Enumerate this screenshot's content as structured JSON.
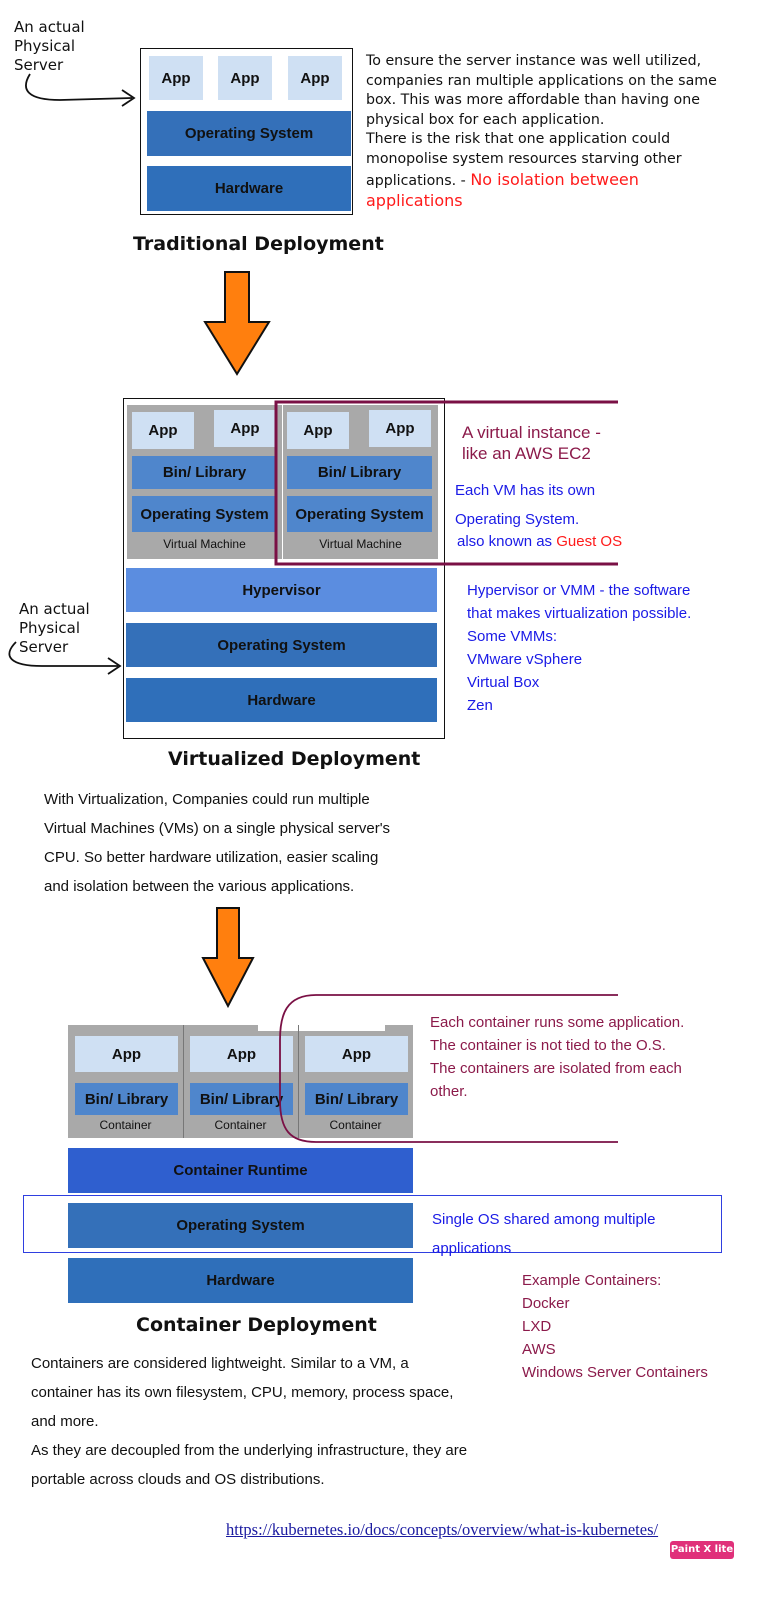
{
  "traditional": {
    "side_label": [
      "An actual",
      "Physical",
      "Server"
    ],
    "apps": [
      "App",
      "App",
      "App"
    ],
    "os": "Operating System",
    "hardware": "Hardware",
    "description_lines": [
      "To ensure the server instance was well utilized,",
      "companies ran multiple applications on the same",
      "box.  This was more affordable than having one",
      "physical box for each application.",
      "There is the risk that one application could",
      "monopolise system resources starving other",
      "applications. - "
    ],
    "description_highlight_1": "No isolation between",
    "description_highlight_2": "applications",
    "title": "Traditional Deployment"
  },
  "virtualized": {
    "vm1_apps": [
      "App",
      "App"
    ],
    "vm2_apps": [
      "App",
      "App"
    ],
    "bin_library": "Bin/ Library",
    "os": "Operating System",
    "vm_label": "Virtual Machine",
    "hypervisor": "Hypervisor",
    "host_os": "Operating System",
    "hardware": "Hardware",
    "side_label": [
      "An actual",
      "Physical",
      "Server"
    ],
    "vm_note_line1": "A virtual instance -",
    "vm_note_line2": "like an AWS EC2",
    "guest_os_line1": "Each VM has its own",
    "guest_os_line2": "Operating System.",
    "guest_os_line3": "also known as ",
    "guest_os_highlight": "Guest OS",
    "hypervisor_notes": [
      "Hypervisor or VMM - the software",
      "that makes virtualization possible.",
      "Some VMMs:",
      "VMware vSphere",
      "Virtual Box",
      "Zen"
    ],
    "title": "Virtualized Deployment",
    "description_lines": [
      "With Virtualization, Companies could run multiple",
      "Virtual Machines (VMs) on a single physical server's",
      "CPU. So better hardware utilization, easier scaling",
      "and isolation between the various applications."
    ]
  },
  "container": {
    "apps": [
      "App",
      "App",
      "App"
    ],
    "bin_library": "Bin/ Library",
    "container_label": "Container",
    "runtime": "Container Runtime",
    "os": "Operating System",
    "hardware": "Hardware",
    "container_notes": [
      "Each container runs some application.",
      "The container is not tied to the O.S.",
      "The containers are isolated from each",
      "other."
    ],
    "single_os_line1": "Single OS shared among multiple",
    "single_os_line2": "applications",
    "examples": [
      "Example Containers:",
      "Docker",
      "LXD",
      "AWS",
      "Windows Server Containers"
    ],
    "title": "Container Deployment",
    "description_lines": [
      "Containers are considered lightweight. Similar to a VM, a",
      "container has its own filesystem, CPU, memory, process space,",
      "and more.",
      "As they are decoupled from the underlying infrastructure, they are",
      "portable across clouds and OS distributions."
    ]
  },
  "footer": {
    "link": "https://kubernetes.io/docs/concepts/overview/what-is-kubernetes/",
    "badge": "Paint X lite"
  },
  "colors": {
    "app": "#cfe0f3",
    "bin_library": "#4f86cc",
    "os": "#3470b9",
    "hypervisor": "#5b8de0",
    "runtime": "#2f5fcf",
    "arrow": "#ff7f0e",
    "maroon": "#8b1a4a",
    "blue_note": "#1a1ae6",
    "red_note": "#ff1a1a"
  }
}
